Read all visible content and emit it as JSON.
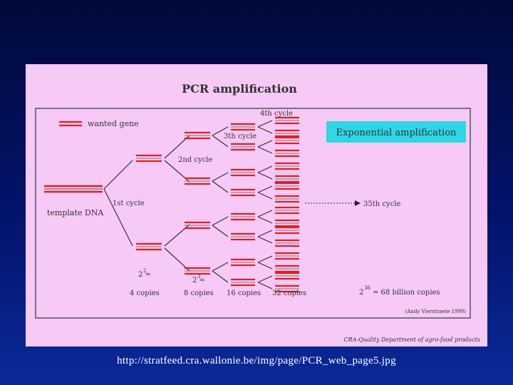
{
  "slide": {
    "caption": "http://stratfeed.cra.wallonie.be/img/page/PCR_web_page5.jpg"
  },
  "figure": {
    "title": "PCR amplification",
    "legend_label": "wanted gene",
    "template_label": "template DNA",
    "cycles": {
      "first": "1st cycle",
      "second": "2nd cycle",
      "third": "3th cycle",
      "fourth": "4th cycle",
      "thirtyfifth": "35th cycle"
    },
    "exponential_box": "Exponential amplification",
    "counts": {
      "c4": {
        "formula": "2  =",
        "sup": "2",
        "copies": "4 copies"
      },
      "c8": {
        "formula": "2  =",
        "sup": "3",
        "copies": "8 copies"
      },
      "c16": {
        "copies": "16 copies"
      },
      "c32": {
        "copies": "32 copies"
      },
      "big": {
        "base": "2",
        "sup": "36",
        "text": "= 68 billion copies"
      }
    },
    "attribution": "(Andy Vierstraete 1999)",
    "credit": "CRA-Quality Department of agro-food products",
    "colors": {
      "background": "#f6c9f6",
      "strand": "#e02020",
      "box": "#2fd6e6",
      "box_text": "#5a2a90"
    }
  }
}
